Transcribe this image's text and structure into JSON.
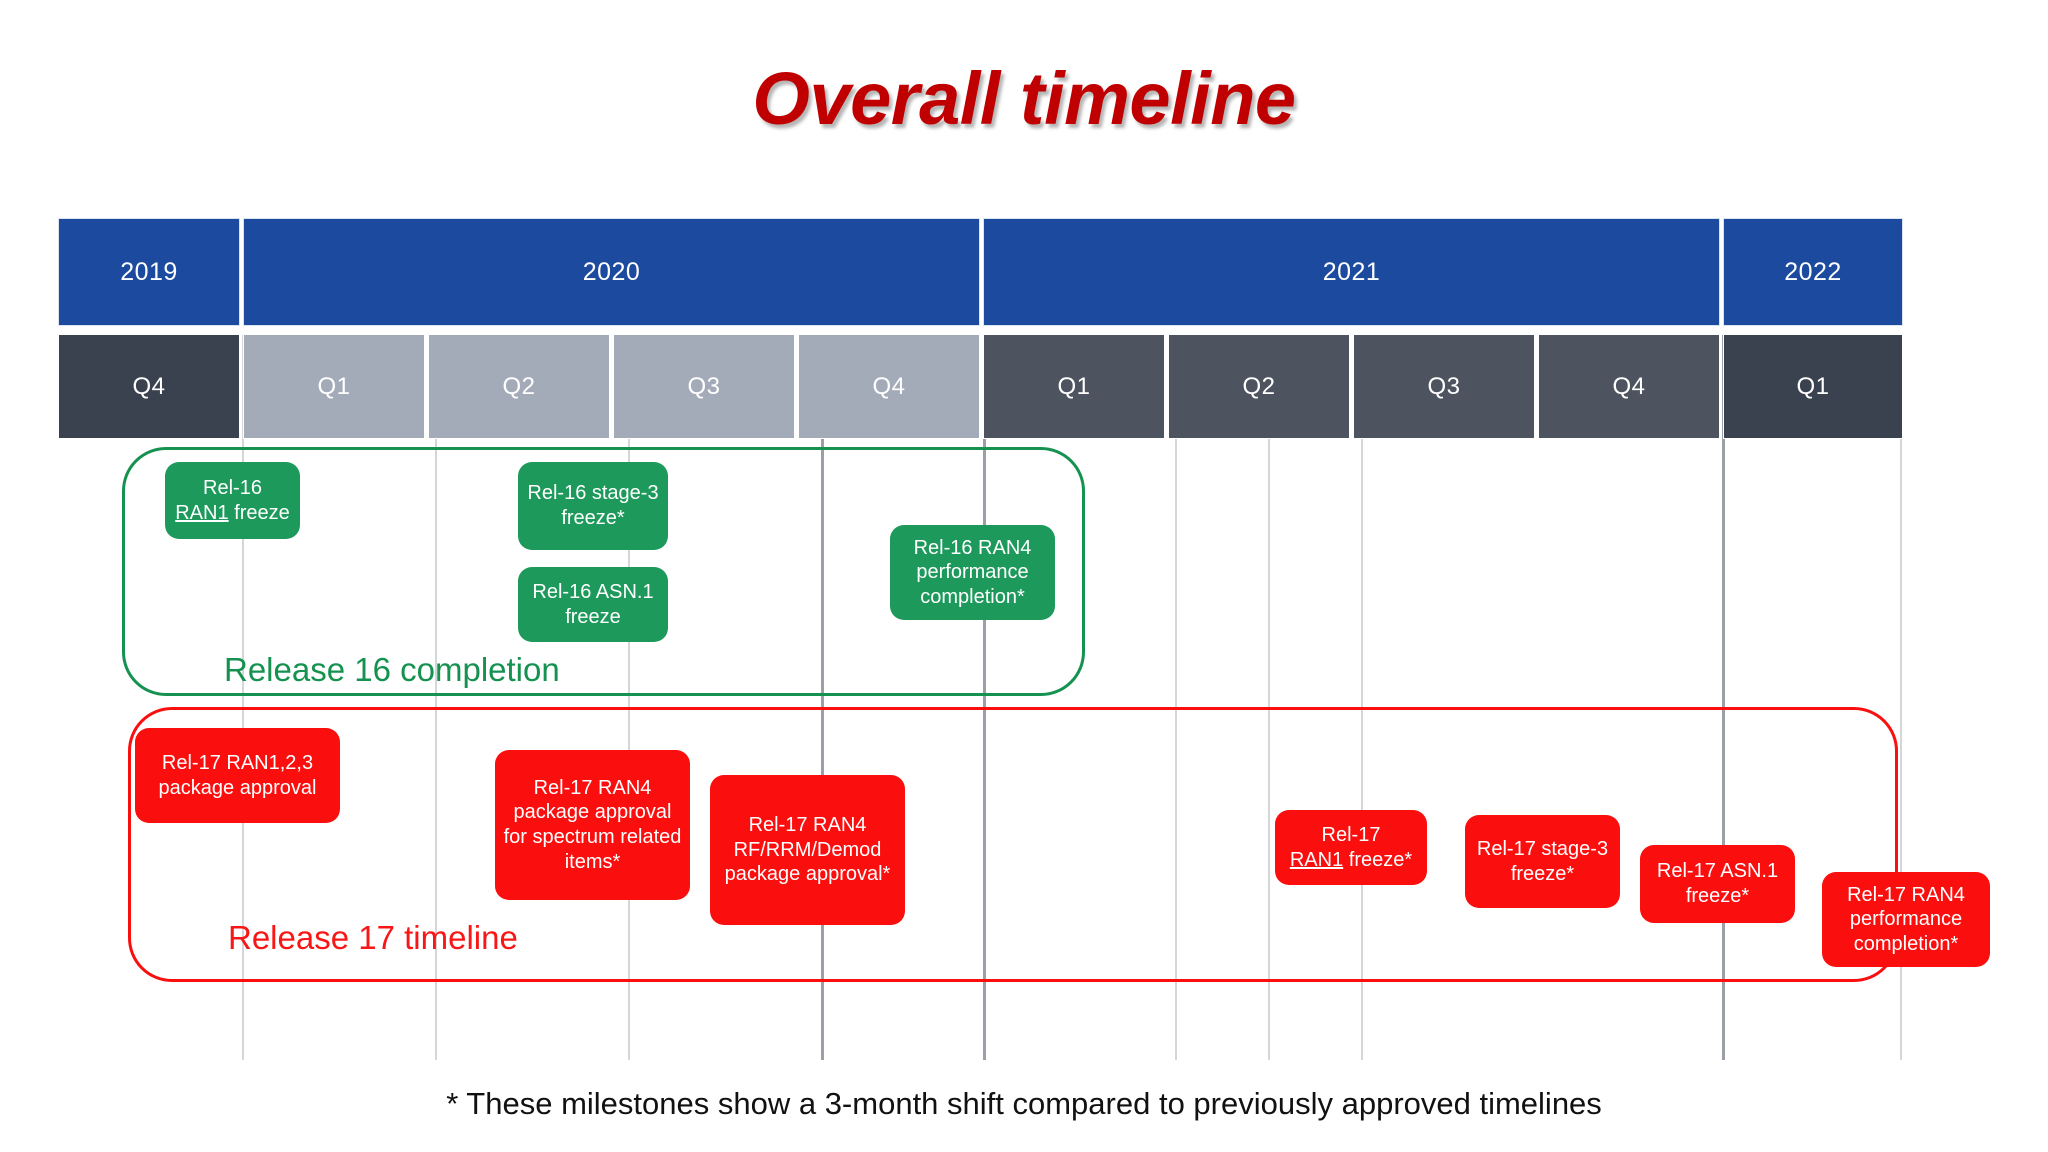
{
  "title": "Overall timeline",
  "footnote": "* These milestones show a 3-month shift compared to previously approved timelines",
  "colors": {
    "title": "#c00000",
    "year_bar": "#1b4a9e",
    "quarter_dark": "#3a4250",
    "quarter_light": "#a4abb8",
    "quarter_medium": "#4d535f",
    "release16": "#159150",
    "release17": "#fa0f0f",
    "milestone_green": "#1d9a5b",
    "milestone_red": "#fb0e0e",
    "gridline": "#d4d6da"
  },
  "years": [
    {
      "label": "2019"
    },
    {
      "label": "2020"
    },
    {
      "label": "2021"
    },
    {
      "label": "2022"
    }
  ],
  "quarters": [
    {
      "label": "Q4",
      "year": "2019",
      "shade": "dark"
    },
    {
      "label": "Q1",
      "year": "2020",
      "shade": "light"
    },
    {
      "label": "Q2",
      "year": "2020",
      "shade": "light"
    },
    {
      "label": "Q3",
      "year": "2020",
      "shade": "light"
    },
    {
      "label": "Q4",
      "year": "2020",
      "shade": "light"
    },
    {
      "label": "Q1",
      "year": "2021",
      "shade": "medium"
    },
    {
      "label": "Q2",
      "year": "2021",
      "shade": "medium"
    },
    {
      "label": "Q3",
      "year": "2021",
      "shade": "medium"
    },
    {
      "label": "Q4",
      "year": "2021",
      "shade": "medium"
    },
    {
      "label": "Q1",
      "year": "2022",
      "shade": "dark"
    }
  ],
  "release16": {
    "group_label": "Release 16 completion",
    "milestones": [
      {
        "line1": "Rel-16",
        "underline": "RAN1",
        "line2_rest": " freeze"
      },
      {
        "text": "Rel-16 stage-3 freeze*"
      },
      {
        "text": "Rel-16 ASN.1 freeze"
      },
      {
        "text": "Rel-16 RAN4 performance completion*"
      }
    ]
  },
  "release17": {
    "group_label": "Release 17 timeline",
    "milestones": [
      {
        "text": "Rel-17 RAN1,2,3 package approval"
      },
      {
        "text": "Rel-17 RAN4 package approval for spectrum related items*"
      },
      {
        "text": "Rel-17 RAN4 RF/RRM/Demod package approval*"
      },
      {
        "line1": "Rel-17",
        "underline": "RAN1",
        "line2_rest": " freeze*"
      },
      {
        "text": "Rel-17 stage-3 freeze*"
      },
      {
        "text": "Rel-17 ASN.1 freeze*"
      },
      {
        "text": "Rel-17 RAN4 performance completion*"
      }
    ]
  }
}
